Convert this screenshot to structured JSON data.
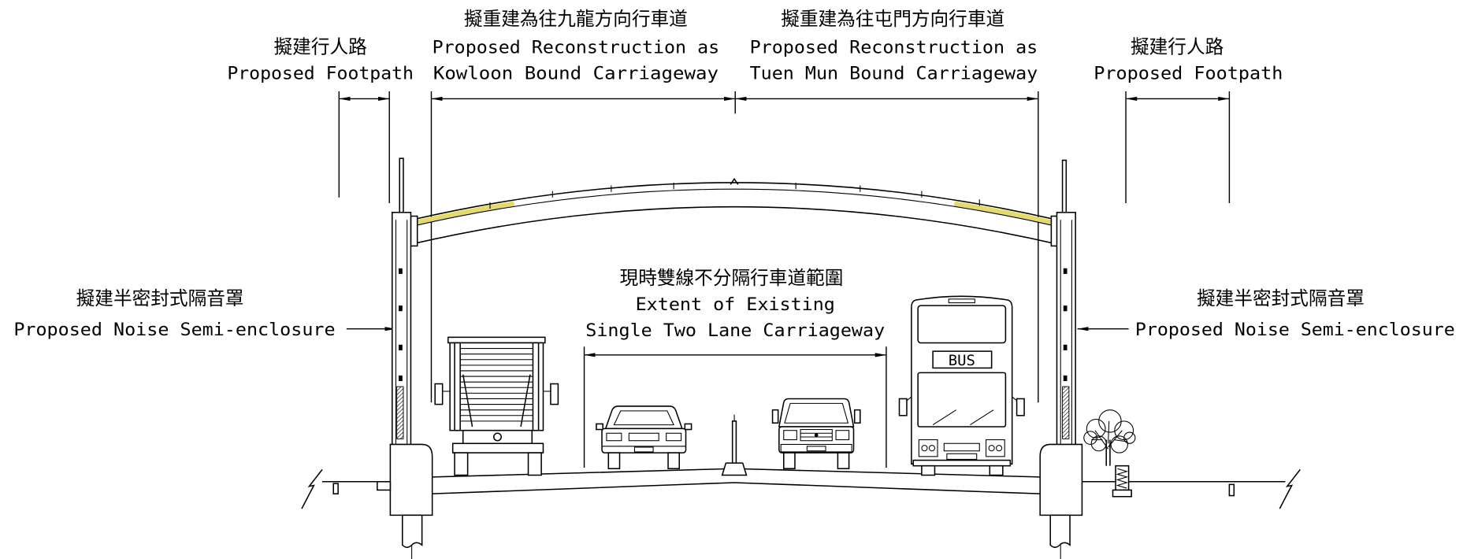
{
  "footpath_left": {
    "zh": "擬建行人路",
    "en": "Proposed Footpath"
  },
  "kowloon_carriageway": {
    "zh": "擬重建為往九龍方向行車道",
    "en_line1": "Proposed Reconstruction as",
    "en_line2": "Kowloon Bound Carriageway"
  },
  "tuen_mun_carriageway": {
    "zh": "擬重建為往屯門方向行車道",
    "en_line1": "Proposed Reconstruction as",
    "en_line2": "Tuen Mun Bound Carriageway"
  },
  "footpath_right": {
    "zh": "擬建行人路",
    "en": "Proposed Footpath"
  },
  "noise_enclosure_left": {
    "zh": "擬建半密封式隔音罩",
    "en": "Proposed Noise Semi-enclosure"
  },
  "noise_enclosure_right": {
    "zh": "擬建半密封式隔音罩",
    "en": "Proposed Noise Semi-enclosure"
  },
  "existing_carriageway": {
    "zh": "現時雙線不分隔行車道範圍",
    "en_line1": "Extent of Existing",
    "en_line2": "Single Two Lane Carriageway"
  },
  "bus_destination_sign": "BUS",
  "colors": {
    "line": "#000000",
    "roof_highlight": "#e4da6a",
    "background": "#ffffff"
  }
}
